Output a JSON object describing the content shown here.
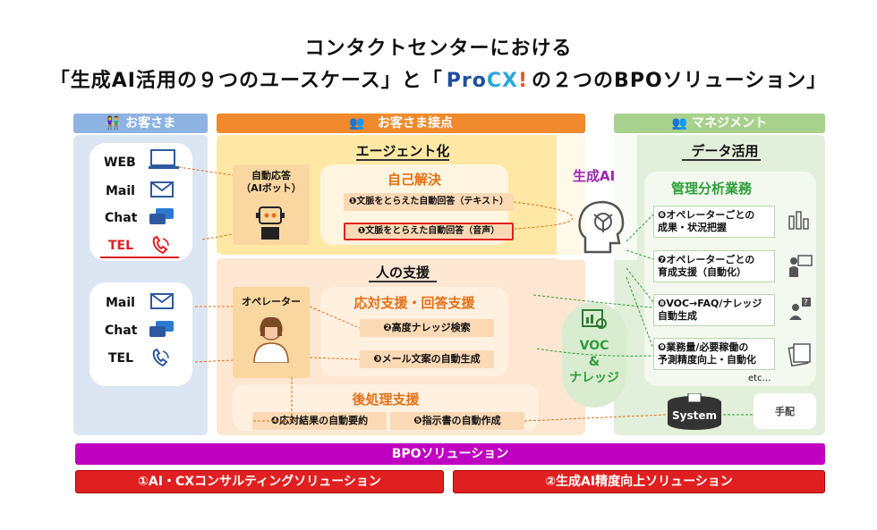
{
  "title": {
    "line1": "コンタクトセンターにおける",
    "line2_prefix": "「生成AI活用の９つのユースケース」と「",
    "line2_suffix": "の２つのBPOソリューション」",
    "logo_pro": "Pro",
    "logo_cx": "CX",
    "logo_mark": "!"
  },
  "sections": {
    "customer": "お客さま",
    "touchpoint": "お客さま接点",
    "management": "マネジメント"
  },
  "customer_top": {
    "items": [
      "WEB",
      "Mail",
      "Chat",
      "TEL"
    ]
  },
  "customer_bottom": {
    "items": [
      "Mail",
      "Chat",
      "TEL"
    ]
  },
  "agent": {
    "title": "エージェント化",
    "bot_label": "自動応答\n（AIボット）",
    "self_title": "自己解決",
    "uc1_text": "❶文脈をとらえた自動回答（テキスト）",
    "uc1_voice": "❶文脈をとらえた自動回答（音声）"
  },
  "human": {
    "title": "人の支援",
    "operator": "オペレーター",
    "support_title": "応対支援・回答支援",
    "uc2": "❷高度ナレッジ検索",
    "uc3": "❸メール文案の自動生成",
    "post_title": "後処理支援",
    "uc4": "❹応対結果の自動要約",
    "uc5": "❺指示書の自動作成"
  },
  "genai": "生成AI",
  "voc": {
    "line1": "VOC",
    "line2": "&",
    "line3": "ナレッジ"
  },
  "management": {
    "data_title": "データ活用",
    "analysis_title": "管理分析業務",
    "uc6": "❻オペレーターごとの\n成果・状況把握",
    "uc7": "❼オペレーターごとの\n育成支援（自動化）",
    "uc8": "❽VOC→FAQ/ナレッジ\n自動生成",
    "uc9": "❾業務量/必要稼働の\n予測精度向上・自動化",
    "etc": "etc…",
    "system": "System",
    "manual": "手配"
  },
  "bpo": {
    "bar": "BPOソリューション",
    "sol1": "①AI・CXコンサルティングソリューション",
    "sol2": "②生成AI精度向上ソリューション"
  },
  "colors": {
    "customer_blue": "#8db3e2",
    "touch_orange": "#f08a2c",
    "mgmt_green": "#a9d18e",
    "bpo_purple": "#c000c0",
    "sol_red": "#e02020"
  }
}
